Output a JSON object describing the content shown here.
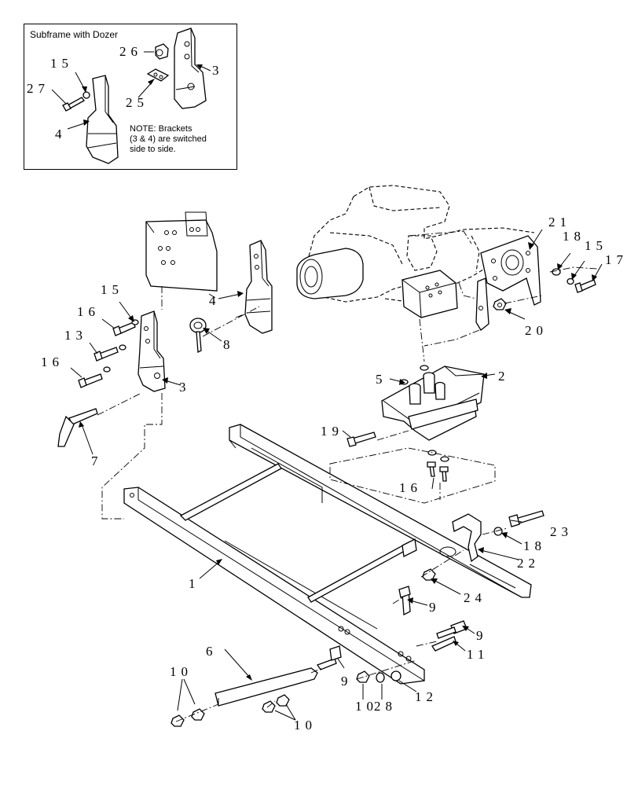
{
  "inset": {
    "title": "Subframe with Dozer",
    "note_line1": "NOTE:  Brackets",
    "note_line2": "(3 & 4) are switched",
    "note_line3": "side to side."
  },
  "callouts": {
    "c26": "26",
    "c3_inset": "3",
    "c15_inset": "15",
    "c27": "27",
    "c25": "25",
    "c4_inset": "4",
    "c21": "21",
    "c18_top": "18",
    "c15_right": "15",
    "c17": "17",
    "c20": "20",
    "c15_left": "15",
    "c16_a": "16",
    "c13": "13",
    "c16_b": "16",
    "c4": "4",
    "c8": "8",
    "c3": "3",
    "c5": "5",
    "c2": "2",
    "c7": "7",
    "c19": "19",
    "c16_c": "16",
    "c23": "23",
    "c18_b": "18",
    "c22": "22",
    "c1": "1",
    "c24": "24",
    "c9_a": "9",
    "c9_b": "9",
    "c11": "11",
    "c6": "6",
    "c9_c": "9",
    "c10_a": "10",
    "c10_b": "10",
    "c10_c": "10",
    "c28": "28",
    "c12": "12"
  },
  "colors": {
    "line": "#000000",
    "background": "#ffffff"
  }
}
